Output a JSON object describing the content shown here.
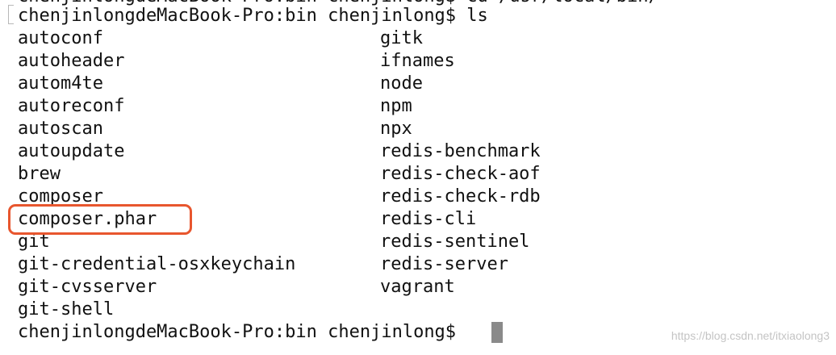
{
  "terminal": {
    "top_cut_line": "chenjinlongdeMacBook-Pro:bin chenjinlong$ cd /usr/local/bin/",
    "first_prompt": "chenjinlongdeMacBook-Pro:bin chenjinlong$ ls",
    "left_column": [
      "autoconf",
      "autoheader",
      "autom4te",
      "autoreconf",
      "autoscan",
      "autoupdate",
      "brew",
      "composer",
      "composer.phar",
      "git",
      "git-credential-osxkeychain",
      "git-cvsserver",
      "git-shell"
    ],
    "right_column": [
      "gitk",
      "ifnames",
      "node",
      "npm",
      "npx",
      "redis-benchmark",
      "redis-check-aof",
      "redis-check-rdb",
      "redis-cli",
      "redis-sentinel",
      "redis-server",
      "vagrant"
    ],
    "last_prompt": "chenjinlongdeMacBook-Pro:bin chenjinlong$ ",
    "highlighted_entry": "composer.phar",
    "highlight_color": "#e8562e"
  },
  "watermark": "https://blog.csdn.net/itxiaolong3"
}
